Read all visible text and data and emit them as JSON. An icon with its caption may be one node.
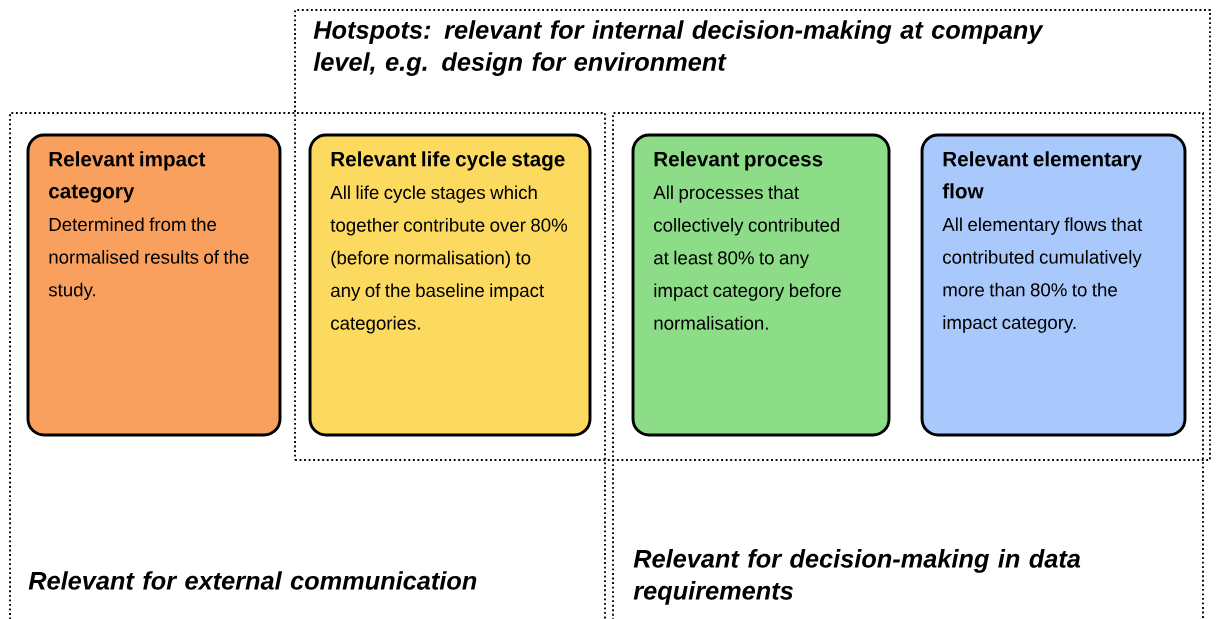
{
  "diagram": {
    "nodes": [
      {
        "text": [
          "Hotspots: relevant for internal decision-making at company level, e.g. design for environment"
        ]
      },
      {
        "text": [
          "Relevant for external communication"
        ]
      },
      {
        "text": [
          "Relevant for decision-making in data requirements"
        ]
      },
      {
        "text": [
          "Relevant impact category",
          "Determined from the normalised results of the study."
        ],
        "in": 1
      },
      {
        "text": [
          "Relevant life cycle stage",
          "All life cycle stages which together contribute over 80% (before normalisation) to any of the baseline impact categories."
        ]
      },
      {
        "text": [
          "Relevant process",
          "All processes that collectively contributed at least 80% to any impact category before normalisation."
        ]
      },
      {
        "text": [
          "Relevant elementary flow",
          "All elementary flows that contributed cumulatively more than 80% to the impact category."
        ]
      }
    ]
  }
}
